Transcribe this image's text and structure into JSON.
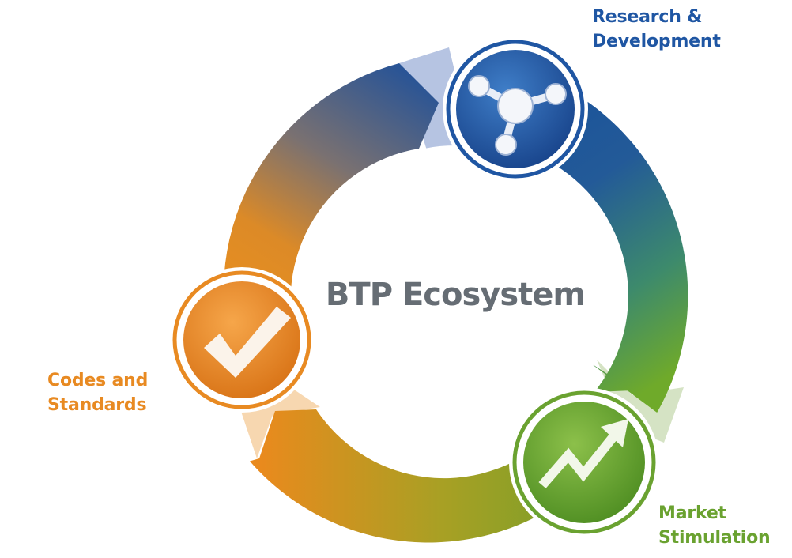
{
  "center_title": "BTP Ecosystem",
  "stages": [
    {
      "id": "research",
      "lines": [
        "Research &",
        "Development"
      ],
      "icon": "molecule-icon",
      "color": "#1f56a3"
    },
    {
      "id": "market",
      "lines": [
        "Market",
        "Stimulation"
      ],
      "icon": "trend-arrow-icon",
      "color": "#6aa230"
    },
    {
      "id": "codes",
      "lines": [
        "Codes and",
        "Standards"
      ],
      "icon": "checkmark-icon",
      "color": "#e88a22"
    }
  ],
  "colors": {
    "center_text": "#666d74",
    "blue": "#1f56a3",
    "green": "#6aa230",
    "orange": "#e88a22"
  }
}
